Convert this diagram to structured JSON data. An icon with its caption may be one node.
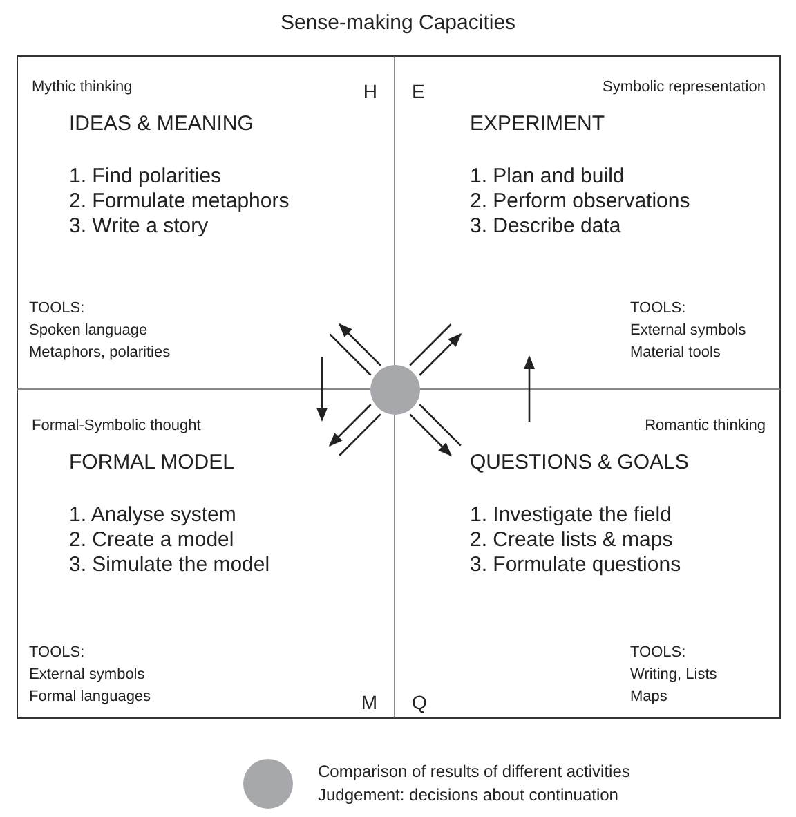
{
  "diagram": {
    "title": "Sense-making Capacities",
    "nodes": [
      {
        "text": [
          "Mythic thinking",
          "H",
          "IDEAS & MEANING",
          "1. Find polarities",
          "2. Formulate metaphors",
          "3. Write a story",
          "TOOLS:",
          "Spoken language",
          "Metaphors, polarities"
        ]
      },
      {
        "text": [
          "E",
          "Symbolic representation",
          "EXPERIMENT",
          "1. Plan and build",
          "2. Perform observations",
          "3. Describe data",
          "TOOLS:",
          "External symbols",
          "Material tools"
        ]
      },
      {
        "text": [
          "Formal-Symbolic thought",
          "M",
          "FORMAL MODEL",
          "1. Analyse system",
          "2. Create a model",
          "3. Simulate the model",
          "TOOLS:",
          "External symbols",
          "Formal languages"
        ]
      },
      {
        "text": [
          "Q",
          "Romantic thinking",
          "QUESTIONS & GOALS",
          "1. Investigate the field",
          "2. Create lists & maps",
          "3. Formulate questions",
          "TOOLS:",
          "Writing, Lists",
          "Maps"
        ]
      },
      {
        "text": [],
        "shape": "circle"
      }
    ],
    "edges": [
      {
        "from": 0,
        "to": 4,
        "arrow": "none"
      },
      {
        "from": 4,
        "to": 0,
        "arrow": "to"
      },
      {
        "from": 1,
        "to": 4,
        "arrow": "none"
      },
      {
        "from": 4,
        "to": 1,
        "arrow": "to"
      },
      {
        "from": 2,
        "to": 4,
        "arrow": "none"
      },
      {
        "from": 4,
        "to": 2,
        "arrow": "to"
      },
      {
        "from": 3,
        "to": 4,
        "arrow": "none"
      },
      {
        "from": 4,
        "to": 3,
        "arrow": "to"
      },
      {
        "from": 0,
        "to": 2,
        "arrow": "to"
      },
      {
        "from": 3,
        "to": 1,
        "arrow": "to"
      }
    ],
    "legend": [
      {
        "text": "Comparison of results of different activities"
      },
      {
        "text": "Judgement: decisions about continuation"
      }
    ]
  }
}
